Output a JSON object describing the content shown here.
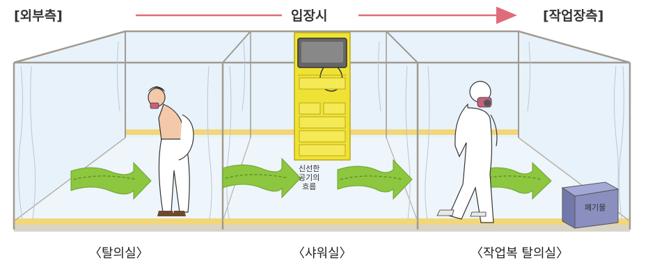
{
  "header": {
    "outside_label": "[외부측]",
    "direction_label": "입장시",
    "work_side_label": "[작업장측]"
  },
  "rooms": [
    {
      "label": "〈탈의실〉"
    },
    {
      "label": "〈샤워실〉"
    },
    {
      "label": "〈작업복 탈의실〉"
    }
  ],
  "annotations": {
    "air_flow_label": [
      "신선한",
      "공기의",
      "흐름"
    ],
    "waste_label": "폐기물"
  },
  "colors": {
    "arrow_line": "#e06b7a",
    "flow_arrow": "#8dc63f",
    "floor_strip": "#f2d77a",
    "booth_fill": "#e4f0fa",
    "shower_unit": "#f0e234",
    "waste_box": "#8a8fbf"
  }
}
